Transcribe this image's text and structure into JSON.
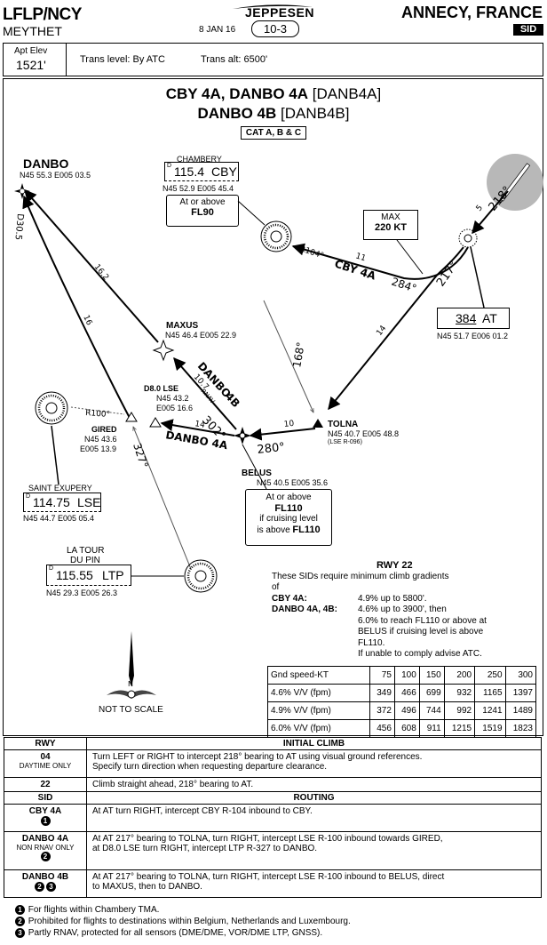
{
  "header": {
    "airport_code": "LFLP/NCY",
    "airport_name": "MEYTHET",
    "brand": "JEPPESEN",
    "date": "8 JAN 16",
    "chart_number": "10-3",
    "city": "ANNECY, FRANCE",
    "chart_type": "SID"
  },
  "info_bar": {
    "elev_label": "Apt Elev",
    "elev_value": "1521'",
    "trans_level": "Trans level: By ATC",
    "trans_alt": "Trans alt: 6500'"
  },
  "title": {
    "line1_name": "CBY 4A, DANBO 4A",
    "line1_code": "[DANB4A]",
    "line2_name": "DANBO 4B",
    "line2_code": "[DANB4B]",
    "category": "CAT A, B & C"
  },
  "plan": {
    "danbo": {
      "name": "DANBO",
      "coords": "N45 55.3 E005 03.5",
      "dme": "D30.5"
    },
    "chambery": {
      "name": "CHAMBERY",
      "freq": "115.4",
      "ident": "CBY",
      "coords": "N45 52.9 E005 45.4",
      "restr1": "At or above",
      "restr2": "FL90",
      "radial": "R104°"
    },
    "max_box": {
      "line1": "MAX",
      "line2": "220 KT"
    },
    "at_box": {
      "alt": "384",
      "ident": "AT",
      "coords": "N45 51.7 E006 01.2"
    },
    "maxus": {
      "name": "MAXUS",
      "coords": "N45 46.4 E005 22.9"
    },
    "d8": {
      "name": "D8.0 LSE",
      "coords1": "N45 43.2",
      "coords2": "E005 16.6"
    },
    "tolna": {
      "name": "TOLNA",
      "coords": "N45 40.7 E005 48.8",
      "radial": "(LSE R-096)"
    },
    "gired": {
      "name": "GIRED",
      "coords1": "N45 43.6",
      "coords2": "E005 13.9"
    },
    "belus": {
      "name": "BELUS",
      "coords": "N45 40.5 E005 35.6",
      "restr1": "At or above",
      "restr2": "FL110",
      "restr3": "if cruising level",
      "restr4": "is above",
      "restr5": "FL110"
    },
    "st_exupery": {
      "name": "SAINT EXUPERY",
      "freq": "114.75",
      "ident": "LSE",
      "coords": "N45 44.7 E005 05.4",
      "radial": "R100°"
    },
    "la_tour": {
      "name1": "LA TOUR",
      "name2": "DU PIN",
      "freq": "115.55",
      "ident": "LTP",
      "coords": "N45 29.3 E005 26.3"
    },
    "labels": {
      "rwy_hdg": "218°",
      "rwy_dist": "5",
      "turn_hdg": "217°",
      "cby4a_dist": "11",
      "cby4a_name": "CBY 4A",
      "cby4a_hdg": "284°",
      "tolna_leg": "14",
      "r168": "168°",
      "danbo_leg1": "16.2",
      "danbo_leg2": "16",
      "danbo4b_dist": "10.7",
      "danbo4b_name": "DANBO",
      "danbo4b_name2": "4B",
      "rnav": "RNAV",
      "hdg302": "302°",
      "d14": "14",
      "danbo4a_name": "DANBO 4A",
      "d10": "10",
      "hdg280": "280°",
      "r327": "327°",
      "north": "N",
      "not_to_scale": "NOT TO SCALE"
    }
  },
  "climb": {
    "title": "RWY 22",
    "intro1": "These SIDs require minimum climb gradients",
    "intro2": "of",
    "r1_label": "CBY 4A:",
    "r1_value": "4.9% up to 5800'.",
    "r2_label": "DANBO 4A, 4B:",
    "r2_l1": "4.6% up to 3900', then",
    "r2_l2": "6.0% to reach FL110 or above at",
    "r2_l3": "BELUS if cruising level is above",
    "r2_l4": "FL110.",
    "r2_l5": "If unable to comply advise ATC.",
    "table_header": [
      "Gnd speed-KT",
      "75",
      "100",
      "150",
      "200",
      "250",
      "300"
    ],
    "table_rows": [
      [
        "4.6% V/V (fpm)",
        "349",
        "466",
        "699",
        "932",
        "1165",
        "1397"
      ],
      [
        "4.9% V/V (fpm)",
        "372",
        "496",
        "744",
        "992",
        "1241",
        "1489"
      ],
      [
        "6.0% V/V (fpm)",
        "456",
        "608",
        "911",
        "1215",
        "1519",
        "1823"
      ]
    ]
  },
  "bottom": {
    "h_rwy": "RWY",
    "h_initial": "INITIAL CLIMB",
    "rwy04": "04",
    "rwy04_sub": "DAYTIME ONLY",
    "rwy04_l1": "Turn LEFT or RIGHT to intercept 218° bearing to AT using visual ground references.",
    "rwy04_l2": "Specify turn direction when requesting departure clearance.",
    "rwy22": "22",
    "rwy22_text": "Climb straight ahead, 218° bearing to AT.",
    "h_sid": "SID",
    "h_routing": "ROUTING",
    "sid1": "CBY 4A",
    "sid1_text": "At AT turn RIGHT, intercept CBY R-104 inbound to CBY.",
    "sid2": "DANBO 4A",
    "sid2_sub": "NON RNAV ONLY",
    "sid2_l1": "At AT 217° bearing to TOLNA, turn RIGHT, intercept LSE R-100 inbound towards GIRED,",
    "sid2_l2": "at D8.0 LSE turn RIGHT, intercept LTP R-327 to DANBO.",
    "sid3": "DANBO 4B",
    "sid3_l1": "At AT 217° bearing to TOLNA, turn RIGHT, intercept LSE R-100 inbound to BELUS, direct",
    "sid3_l2": "to MAXUS, then to DANBO.",
    "note1": "For flights within Chambery TMA.",
    "note2": "Prohibited for flights to destinations within Belgium, Netherlands and Luxembourg.",
    "note3": "Partly RNAV, protected for all sensors (DME/DME, VOR/DME LTP, GNSS).",
    "n1": "1",
    "n2": "2",
    "n3": "3"
  }
}
